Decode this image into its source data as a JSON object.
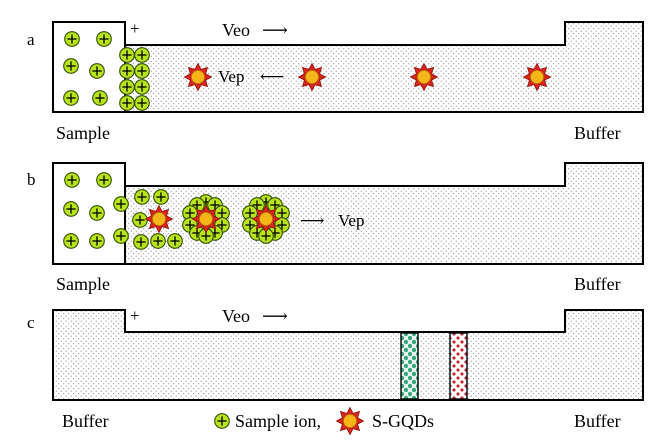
{
  "panels": {
    "a": {
      "letter": "a",
      "left_label": "Sample",
      "right_label": "Buffer",
      "plus": "+",
      "veo": "Veo",
      "veo_arrow": "⟶",
      "vep_text": "Vep",
      "vep_arrow": "⟵"
    },
    "b": {
      "letter": "b",
      "left_label": "Sample",
      "right_label": "Buffer",
      "vep_text": "Vep",
      "vep_arrow": "⟶"
    },
    "c": {
      "letter": "c",
      "left_label": "Buffer",
      "right_label": "Buffer",
      "plus": "+",
      "veo": "Veo",
      "veo_arrow": "⟶"
    }
  },
  "legend": {
    "sample_ion": "Sample ion,",
    "sgqd": "S-GQDs"
  },
  "colors": {
    "ion_fill": "#b9e31a",
    "sgqd_outer": "#d9261c",
    "sgqd_inner": "#f6b518",
    "band_green": "#2fa877",
    "band_red": "#c62828"
  }
}
